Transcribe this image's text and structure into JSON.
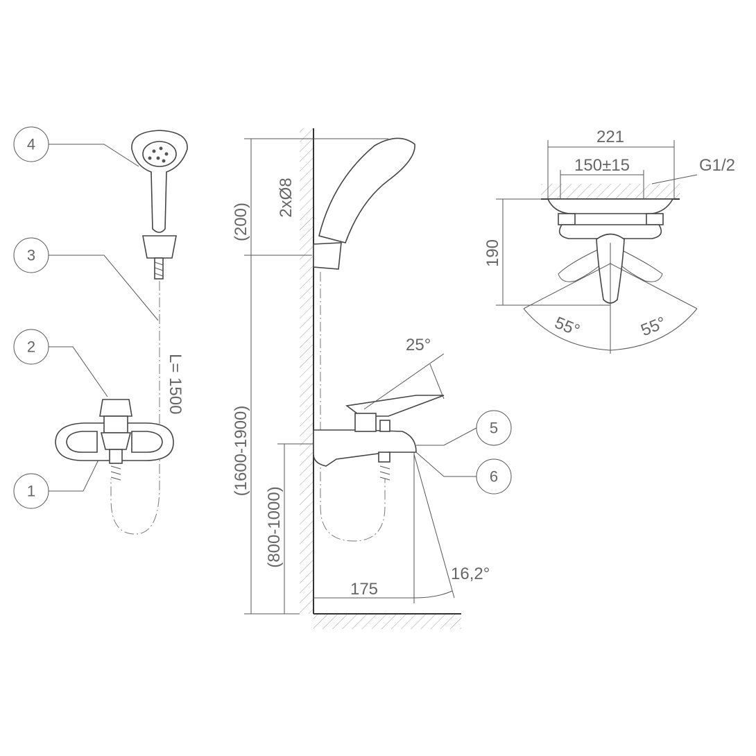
{
  "callouts": [
    "1",
    "2",
    "3",
    "4",
    "5",
    "6"
  ],
  "side_view": {
    "hose_length": "L= 1500"
  },
  "installation_view": {
    "shower_holder_height": "(200)",
    "holes": "2xØ8",
    "holder_height_range": "(1600-1900)",
    "mixer_height_range": "(800-1000)",
    "spout_projection": "175",
    "spout_angle": "16,2°",
    "lever_angle": "25°"
  },
  "top_view": {
    "overall_width": "221",
    "center_distance": "150±15",
    "connection_thread": "G1/2",
    "height": "190",
    "lever_left_angle": "55°",
    "lever_right_angle": "55°"
  }
}
